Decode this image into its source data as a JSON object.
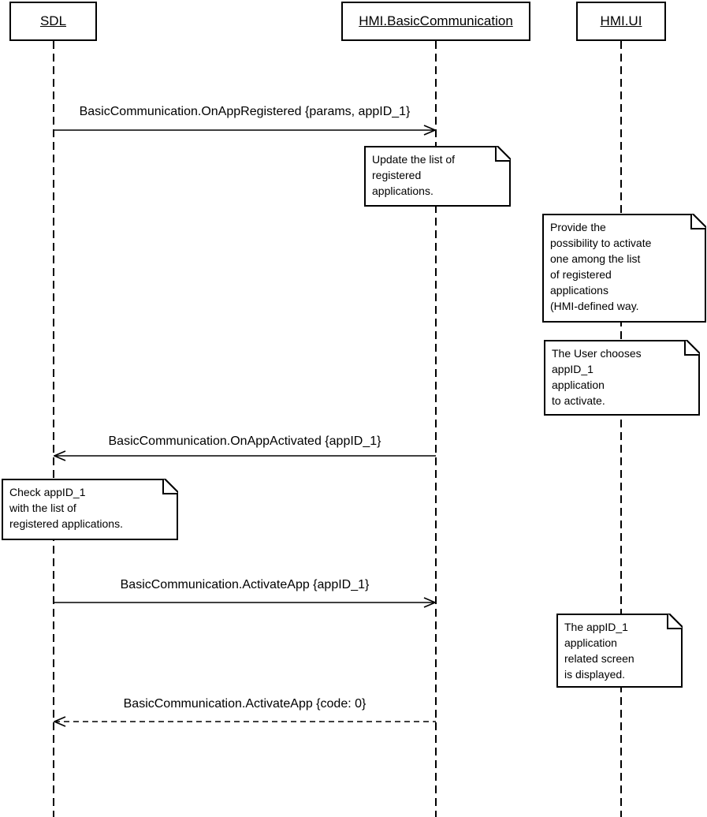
{
  "lifelines": [
    {
      "label": "SDL"
    },
    {
      "label": "HMI.BasicCommunication"
    },
    {
      "label": "HMI.UI"
    }
  ],
  "messages": [
    {
      "label": "BasicCommunication.OnAppRegistered {params, appID_1}",
      "from": "SDL",
      "to": "HMI.BasicCommunication",
      "line": "solid"
    },
    {
      "label": "BasicCommunication.OnAppActivated {appID_1}",
      "from": "HMI.BasicCommunication",
      "to": "SDL",
      "line": "solid"
    },
    {
      "label": "BasicCommunication.ActivateApp {appID_1}",
      "from": "SDL",
      "to": "HMI.BasicCommunication",
      "line": "solid"
    },
    {
      "label": "BasicCommunication.ActivateApp {code: 0}",
      "from": "HMI.BasicCommunication",
      "to": "SDL",
      "line": "dashed"
    }
  ],
  "notes": [
    {
      "attached_to": "HMI.BasicCommunication",
      "text": "Update the list of\nregistered\napplications."
    },
    {
      "attached_to": "HMI.UI",
      "text": "Provide the\npossibility to activate\none among the list\nof registered\napplications\n(HMI-defined way."
    },
    {
      "attached_to": "HMI.UI",
      "text": "The User chooses\nappID_1\napplication\nto activate."
    },
    {
      "attached_to": "SDL",
      "text": "Check appID_1\nwith the list of\nregistered applications."
    },
    {
      "attached_to": "HMI.UI",
      "text": "The appID_1\napplication\nrelated screen\nis displayed."
    }
  ],
  "colors": {
    "line": "#000000",
    "background": "#ffffff",
    "note_fill": "#ffffff"
  }
}
